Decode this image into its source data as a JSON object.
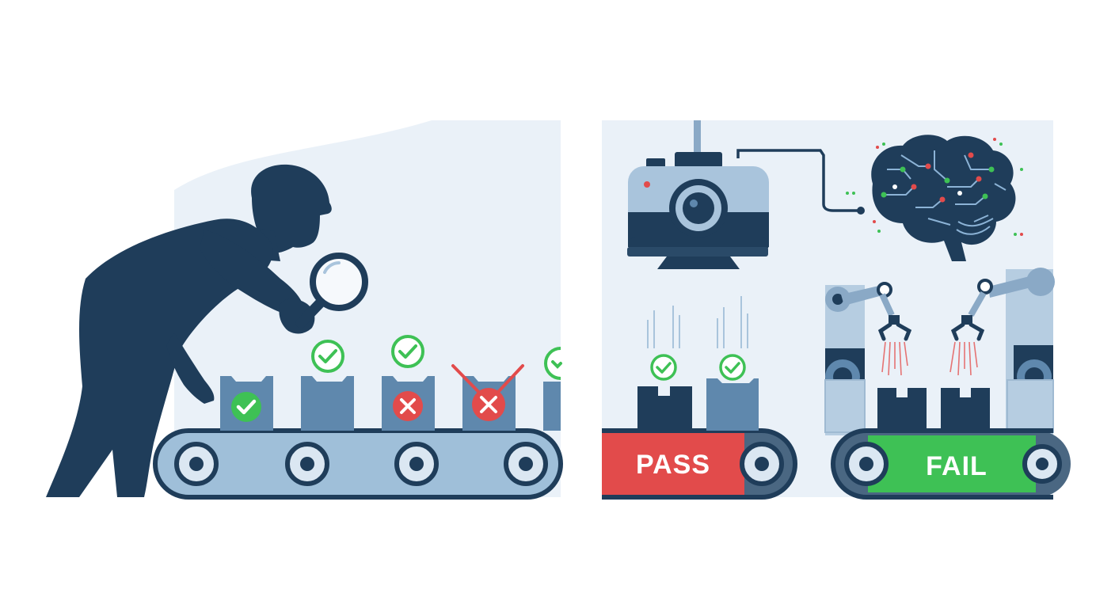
{
  "labels": {
    "left_belt": "PASS",
    "right_belt": "FAIL"
  },
  "colors": {
    "navy": "#1f3d5a",
    "steel": "#5f88ad",
    "light_steel": "#a9c4dc",
    "panel_bg": "#eaf1f8",
    "pass_green": "#3ec155",
    "fail_red": "#e24b4b"
  },
  "panels": {
    "manual": {
      "inspector": "person-with-magnifying-glass",
      "items": [
        {
          "status": "pass"
        },
        {
          "status": "pass"
        },
        {
          "status": "fail"
        },
        {
          "status": "fail"
        },
        {
          "status": "pass"
        }
      ]
    },
    "automated": {
      "devices": [
        "camera",
        "ai-brain",
        "robotic-arms"
      ],
      "items": [
        {
          "status": "pass"
        },
        {
          "status": "pass"
        }
      ]
    }
  }
}
